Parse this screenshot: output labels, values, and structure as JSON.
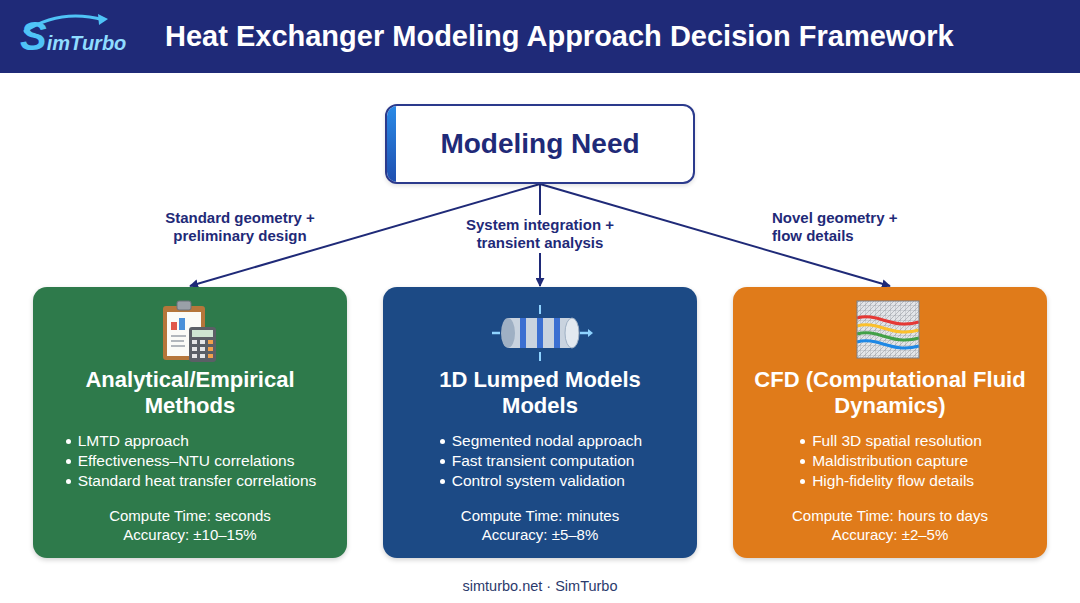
{
  "diagram": {
    "title": "Heat Exchanger Modeling Approach Decision Framework",
    "nodes": [
      {
        "text": [
          "Modeling Need"
        ]
      },
      {
        "text": [
          "Analytical/Empirical Methods",
          "LMTD approach",
          "Effectiveness–NTU correlations",
          "Standard heat transfer correlations",
          "Compute Time: seconds",
          "Accuracy: ±10–15%"
        ]
      },
      {
        "text": [
          "1D Lumped Models Models",
          "Segmented nodal approach",
          "Fast transient computation",
          "Control system validation",
          "Compute Time: minutes",
          "Accuracy: ±5–8%"
        ]
      },
      {
        "text": [
          "CFD (Computational Fluid Dynamics)",
          "Full 3D spatial resolution",
          "Maldistribution capture",
          "High-fidelity flow details",
          "Compute Time: hours to days",
          "Accuracy: ±2–5%"
        ]
      }
    ],
    "edges": [
      {
        "from": 0,
        "to": 1,
        "label": "Standard geometry + preliminary design",
        "arrow": "to"
      },
      {
        "from": 0,
        "to": 2,
        "label": "System integration + transient analysis",
        "arrow": "to"
      },
      {
        "from": 0,
        "to": 3,
        "label": "Novel geometry + flow details",
        "arrow": "to"
      }
    ],
    "labels": [
      "SimTurbo",
      "simturbo.net · SimTurbo"
    ]
  }
}
